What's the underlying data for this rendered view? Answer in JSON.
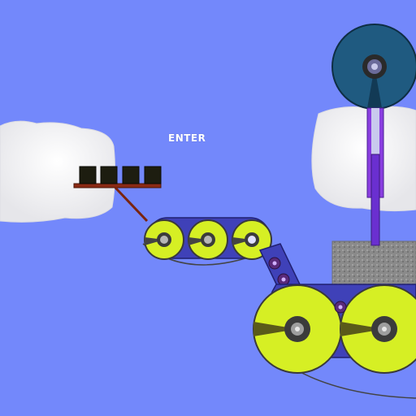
{
  "hud": {
    "enter_label": "ENTER"
  },
  "colors": {
    "sky": "#7388fb",
    "cloud": "#f3f3f6",
    "wheel": "#d6ef24",
    "hub": "#3b3b3b",
    "track": "#3f41b8",
    "arm": "#7a3fc4",
    "saw_disc": "#1f5a80",
    "crate": "#1d1d10",
    "shelf": "#8b2a14",
    "stone": "#8c8c8c"
  },
  "icons": [
    "cloud",
    "crate",
    "wheel",
    "gear",
    "saw-blade",
    "hydraulic-piston"
  ]
}
